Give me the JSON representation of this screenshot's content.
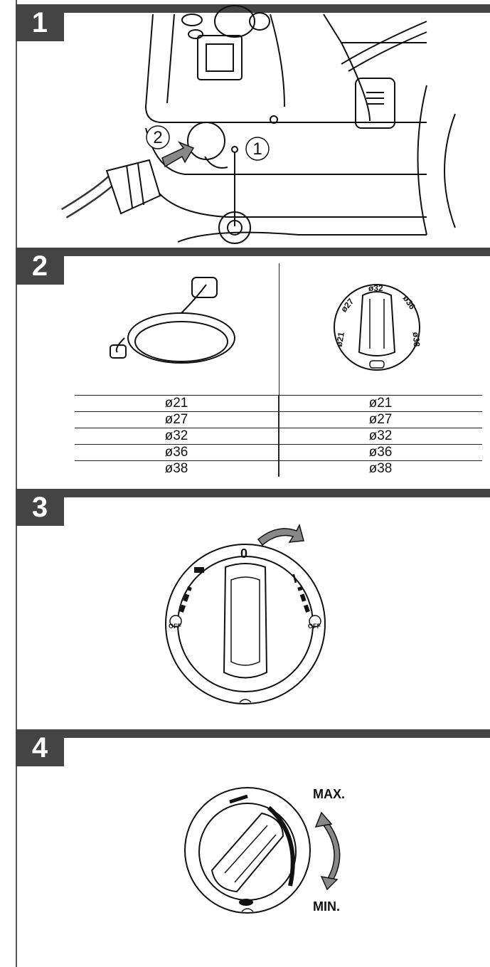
{
  "steps": [
    {
      "number": "1"
    },
    {
      "number": "2"
    },
    {
      "number": "3"
    },
    {
      "number": "4"
    }
  ],
  "step1": {
    "callout_1": "1",
    "callout_2": "2"
  },
  "step2": {
    "dial_labels": [
      "ø21",
      "ø27",
      "ø32",
      "ø36",
      "ø38"
    ],
    "table": {
      "rows": [
        [
          "ø21",
          "ø21"
        ],
        [
          "ø27",
          "ø27"
        ],
        [
          "ø32",
          "ø32"
        ],
        [
          "ø36",
          "ø36"
        ],
        [
          "ø38",
          "ø38"
        ]
      ]
    }
  },
  "step3": {
    "label_zero": "0",
    "label_one": "I",
    "off_left": "OFF",
    "off_right": "OFF"
  },
  "step4": {
    "max_label": "MAX.",
    "min_label": "MIN."
  }
}
